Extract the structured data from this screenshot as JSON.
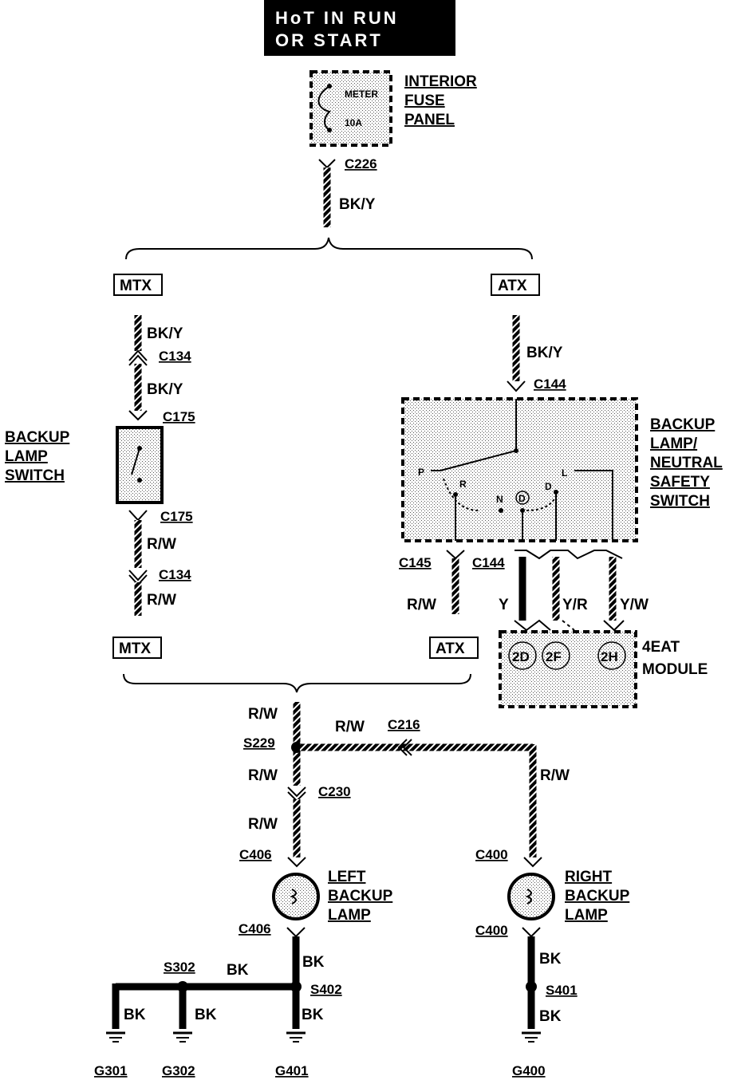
{
  "header": {
    "line1": "HoT IN RUN",
    "line2": "OR START"
  },
  "fuse_panel": {
    "label_lines": [
      "INTERIOR",
      "FUSE",
      "PANEL"
    ],
    "meter": "METER",
    "amps": "10A"
  },
  "connectors": {
    "c226": "C226",
    "c134_top": "C134",
    "c175_top": "C175",
    "c175_bot": "C175",
    "c134_bot": "C134",
    "c144_top": "C144",
    "c145": "C145",
    "c144_bot": "C144",
    "c216": "C216",
    "c230": "C230",
    "c406_top": "C406",
    "c406_bot": "C406",
    "c400_top": "C400",
    "c400_bot": "C400"
  },
  "wires": {
    "bky_main": "BK/Y",
    "bky_mtx1": "BK/Y",
    "bky_mtx2": "BK/Y",
    "bky_atx": "BK/Y",
    "rw_mtx1": "R/W",
    "rw_mtx2": "R/W",
    "rw_atx": "R/W",
    "y": "Y",
    "yr": "Y/R",
    "yw": "Y/W",
    "rw_main": "R/W",
    "rw_c216": "R/W",
    "rw_s229": "R/W",
    "rw_c230": "R/W",
    "rw_right": "R/W",
    "bk_left": "BK",
    "bk_s302": "BK",
    "bk_g301": "BK",
    "bk_g302": "BK",
    "bk_g401": "BK",
    "bk_right": "BK",
    "bk_g400": "BK"
  },
  "options": {
    "mtx_top": "MTX",
    "atx_top": "ATX",
    "mtx_bot": "MTX",
    "atx_bot": "ATX"
  },
  "backup_switch": {
    "label_lines": [
      "BACKUP",
      "LAMP",
      "SWITCH"
    ]
  },
  "neutral_switch": {
    "label_lines": [
      "BACKUP",
      "LAMP/",
      "NEUTRAL",
      "SAFETY",
      "SWITCH"
    ],
    "positions": [
      "P",
      "R",
      "N",
      "D",
      "D",
      "L"
    ]
  },
  "module": {
    "label_lines": [
      "4EAT",
      "MODULE"
    ],
    "pins": [
      "2D",
      "2F",
      "2H"
    ]
  },
  "splices": {
    "s229": "S229",
    "s302": "S302",
    "s402": "S402",
    "s401": "S401"
  },
  "lamps": {
    "left": {
      "label_lines": [
        "LEFT",
        "BACKUP",
        "LAMP"
      ]
    },
    "right": {
      "label_lines": [
        "RIGHT",
        "BACKUP",
        "LAMP"
      ]
    }
  },
  "grounds": {
    "g301": "G301",
    "g302": "G302",
    "g401": "G401",
    "g400": "G400"
  }
}
